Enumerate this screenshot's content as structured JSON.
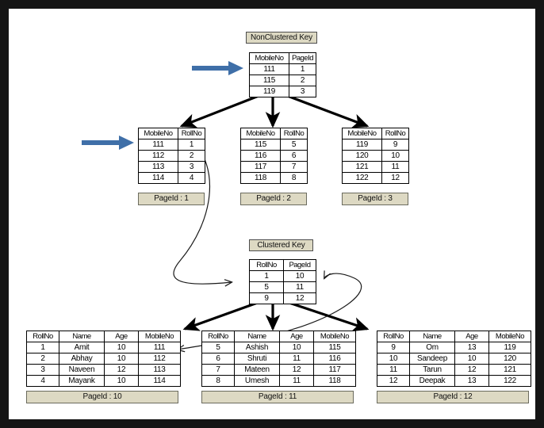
{
  "diagram": {
    "title_chips": {
      "nonclustered": "NonClustered Key",
      "clustered": "Clustered Key"
    },
    "colors": {
      "frame": "#151515",
      "chip_fill": "#ddd9c3",
      "arrow_blue": "#3f6fa8",
      "line_black": "#000000"
    }
  },
  "root_index": {
    "headers": [
      "MobileNo",
      "PageId"
    ],
    "rows": [
      [
        "111",
        "1"
      ],
      [
        "115",
        "2"
      ],
      [
        "119",
        "3"
      ]
    ]
  },
  "nonclustered_leaves": [
    {
      "headers": [
        "MobileNo",
        "RollNo"
      ],
      "rows": [
        [
          "111",
          "1"
        ],
        [
          "112",
          "2"
        ],
        [
          "113",
          "3"
        ],
        [
          "114",
          "4"
        ]
      ],
      "page_label": "PageId : 1"
    },
    {
      "headers": [
        "MobileNo",
        "RollNo"
      ],
      "rows": [
        [
          "115",
          "5"
        ],
        [
          "116",
          "6"
        ],
        [
          "117",
          "7"
        ],
        [
          "118",
          "8"
        ]
      ],
      "page_label": "PageId : 2"
    },
    {
      "headers": [
        "MobileNo",
        "RollNo"
      ],
      "rows": [
        [
          "119",
          "9"
        ],
        [
          "120",
          "10"
        ],
        [
          "121",
          "11"
        ],
        [
          "122",
          "12"
        ]
      ],
      "page_label": "PageId : 3"
    }
  ],
  "clustered_index": {
    "headers": [
      "RollNo",
      "PageId"
    ],
    "rows": [
      [
        "1",
        "10"
      ],
      [
        "5",
        "11"
      ],
      [
        "9",
        "12"
      ]
    ]
  },
  "clustered_leaves": [
    {
      "headers": [
        "RollNo",
        "Name",
        "Age",
        "MobileNo"
      ],
      "rows": [
        [
          "1",
          "Amit",
          "10",
          "111"
        ],
        [
          "2",
          "Abhay",
          "10",
          "112"
        ],
        [
          "3",
          "Naveen",
          "12",
          "113"
        ],
        [
          "4",
          "Mayank",
          "10",
          "114"
        ]
      ],
      "page_label": "PageId : 10"
    },
    {
      "headers": [
        "RollNo",
        "Name",
        "Age",
        "MobileNo"
      ],
      "rows": [
        [
          "5",
          "Ashish",
          "10",
          "115"
        ],
        [
          "6",
          "Shruti",
          "11",
          "116"
        ],
        [
          "7",
          "Mateen",
          "12",
          "117"
        ],
        [
          "8",
          "Umesh",
          "11",
          "118"
        ]
      ],
      "page_label": "PageId : 11"
    },
    {
      "headers": [
        "RollNo",
        "Name",
        "Age",
        "MobileNo"
      ],
      "rows": [
        [
          "9",
          "Om",
          "13",
          "119"
        ],
        [
          "10",
          "Sandeep",
          "10",
          "120"
        ],
        [
          "11",
          "Tarun",
          "12",
          "121"
        ],
        [
          "12",
          "Deepak",
          "13",
          "122"
        ]
      ],
      "page_label": "PageId : 12"
    }
  ]
}
